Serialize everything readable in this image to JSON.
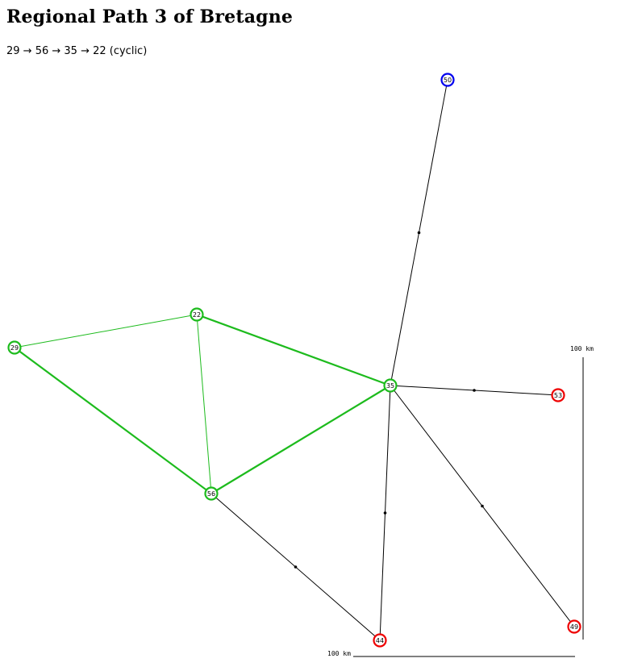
{
  "page": {
    "title": "Regional Path 3 of Bretagne",
    "path_summary": "29 → 56 → 35 → 22 (cyclic)"
  },
  "colors": {
    "path": "#1dbb1d",
    "edge": "#000000",
    "node_path": "#1dbb1d",
    "node_start": "#0000ee",
    "node_neighbor": "#ee0000"
  },
  "nodes": [
    {
      "id": "29",
      "role": "path"
    },
    {
      "id": "22",
      "role": "path"
    },
    {
      "id": "35",
      "role": "path"
    },
    {
      "id": "56",
      "role": "path"
    },
    {
      "id": "50",
      "role": "start"
    },
    {
      "id": "53",
      "role": "neighbor"
    },
    {
      "id": "44",
      "role": "neighbor"
    },
    {
      "id": "49",
      "role": "neighbor"
    }
  ],
  "edges": [
    {
      "from": "29",
      "to": "22",
      "kind": "path-thin"
    },
    {
      "from": "22",
      "to": "35",
      "kind": "path"
    },
    {
      "from": "22",
      "to": "56",
      "kind": "path-thin"
    },
    {
      "from": "29",
      "to": "56",
      "kind": "path"
    },
    {
      "from": "56",
      "to": "35",
      "kind": "path"
    },
    {
      "from": "35",
      "to": "50",
      "kind": "link"
    },
    {
      "from": "35",
      "to": "53",
      "kind": "link"
    },
    {
      "from": "35",
      "to": "44",
      "kind": "link"
    },
    {
      "from": "35",
      "to": "49",
      "kind": "link"
    },
    {
      "from": "56",
      "to": "44",
      "kind": "link"
    }
  ],
  "scale": {
    "vertical_label": "100 km",
    "horizontal_label": "100 km"
  }
}
